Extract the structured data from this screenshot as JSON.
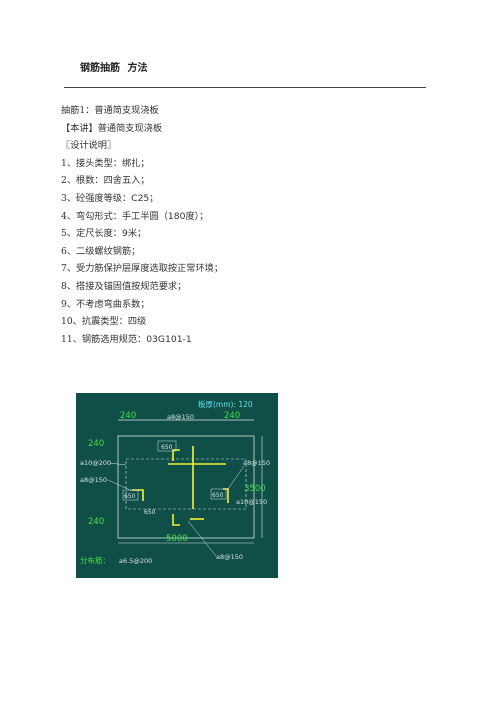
{
  "doc": {
    "title_main": "钢筋抽筋",
    "title_sub": "方法"
  },
  "lines": [
    {
      "a": "抽筋1：普通简支现浇板"
    },
    {
      "a": "【本讲】普通简支现浇板"
    },
    {
      "a": "〖设计说明〗"
    },
    {
      "a": "1、接头类型：绑扎；"
    },
    {
      "a": "2、根数：四舍五入；"
    },
    {
      "a": "3、砼强度等级：",
      "b": "C25",
      "c": "；"
    },
    {
      "a": "4、弯勾形式：手工半圆（",
      "b": "180",
      "c": "度）；"
    },
    {
      "a": "5、定尺长度：",
      "b": "9",
      "c": "米；"
    },
    {
      "a": "6、二级螺纹钢筋；"
    },
    {
      "a": "7、受力筋保护层厚度选取按正常环境；"
    },
    {
      "a": "8、搭接及锚固值按规范要求；"
    },
    {
      "a": "9、不考虑弯曲系数；"
    },
    {
      "a": "10、抗震类型：四级"
    },
    {
      "a": "11、钢筋选用规范：",
      "b": "03G101-1"
    }
  ],
  "drawing": {
    "board_label": "板厚(mm): 120",
    "dim_240_tl": "240",
    "dim_240_tr": "240",
    "dim_240_lt": "240",
    "dim_240_lb": "240",
    "rebar_top": "a8@150",
    "rebar_left1": "a10@200",
    "rebar_left2": "a8@150",
    "rebar_right1": "a8@150",
    "rebar_right2": "a10@150",
    "rebar_bottom": "a8@150",
    "dim_650_top": "650",
    "dim_650_left": "650",
    "dim_650_right": "650",
    "dim_650_bottom": "650",
    "dim_3500": "3500",
    "dim_5000": "5000",
    "dist_label": "分布筋：",
    "dist_value": "a6.5@200",
    "colors": {
      "bg": "#0f4f48",
      "line": "#d8e4e0",
      "yellow": "#f2f23a",
      "cyan": "#5ee0f0",
      "text_green": "#44dd44"
    }
  }
}
